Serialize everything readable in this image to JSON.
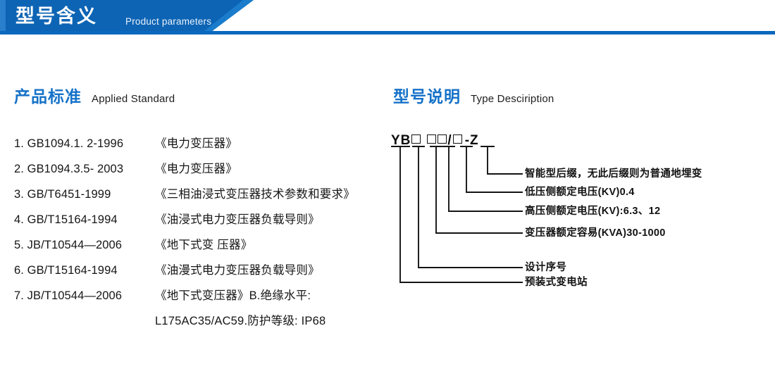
{
  "banner": {
    "title": "型号含义",
    "subtitle": "Product parameters",
    "color_dark": "#0d64b4",
    "color_mid": "#1b7ccc",
    "color_rule": "#0a68bd"
  },
  "sections": {
    "standard": {
      "cn": "产品标准",
      "en": "Applied Standard"
    },
    "type": {
      "cn": "型号说明",
      "en": "Type Desciription"
    }
  },
  "standards": [
    {
      "index": "1.",
      "code": "GB1094.1. 2-1996",
      "name": "《电力变压器》"
    },
    {
      "index": "2.",
      "code": "GB1094.3.5- 2003",
      "name": "《电力变压器》"
    },
    {
      "index": "3.",
      "code": "GB/T6451-1999",
      "name": "《三相油浸式变压器技术参数和要求》"
    },
    {
      "index": "4.",
      "code": "GB/T15164-1994",
      "name": "《油浸式电力变压器负载导则》"
    },
    {
      "index": "5.",
      "code": "JB/T10544—2006",
      "name": "《地下式变 压器》"
    },
    {
      "index": "6.",
      "code": "GB/T15164-1994",
      "name": "《油漫式电力变压器负载导则》"
    },
    {
      "index": "7.",
      "code": "JB/T10544—2006",
      "name": "《地下式变压器》B.绝缘水平:"
    },
    {
      "index": "",
      "code": "",
      "name": "L175AC35/AC59.防护等级: IP68",
      "continuation": true
    }
  ],
  "type_diagram": {
    "code_parts": [
      "YB",
      "□",
      "□",
      "□",
      "/",
      "□",
      "-",
      "Z"
    ],
    "code_text": "YB",
    "code_suffix": "Z",
    "code_slash": "/",
    "code_dash": "-",
    "labels": [
      {
        "id": "suffix",
        "text": "智能型后缀，无此后缀则为普通地埋变"
      },
      {
        "id": "lv",
        "text": "低压侧额定电压(KV)0.4"
      },
      {
        "id": "hv",
        "text": "高压侧额定电压(KV):6.3、12"
      },
      {
        "id": "capacity",
        "text": "变压器额定容易(KVA)30-1000"
      },
      {
        "id": "design",
        "text": "设计序号"
      },
      {
        "id": "station",
        "text": "预装式变电站"
      }
    ],
    "line_color": "#141414"
  }
}
